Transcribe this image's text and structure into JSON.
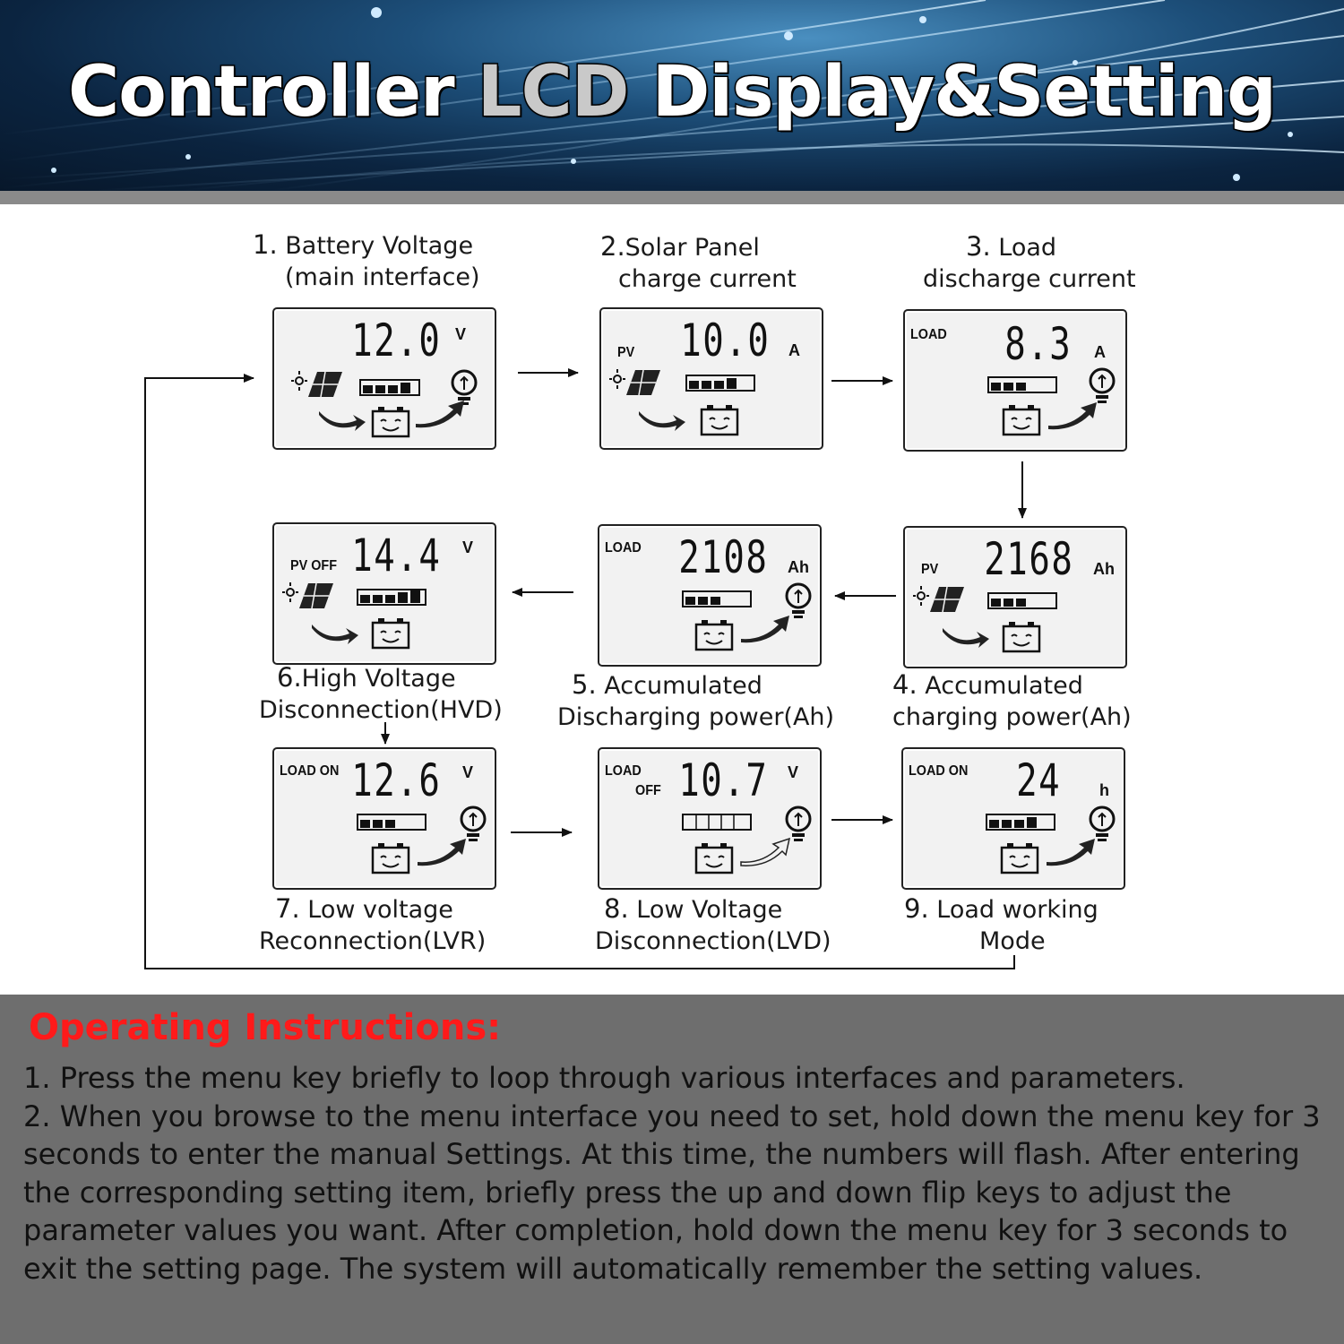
{
  "banner": {
    "title_part1": "Controller",
    "title_part2": "LCD",
    "title_part3": "Display&Setting"
  },
  "panels": [
    {
      "num": "1.",
      "label_line1": "Battery Voltage",
      "label_line2": "(main interface)",
      "tag": "",
      "tag2": "",
      "reading": "12.0",
      "unit": "V"
    },
    {
      "num": "2.",
      "label_line1": "Solar Panel",
      "label_line2": "charge current",
      "tag": "PV",
      "tag2": "",
      "reading": "10.0",
      "unit": "A"
    },
    {
      "num": "3.",
      "label_line1": "Load",
      "label_line2": "discharge current",
      "tag": "LOAD",
      "tag2": "",
      "reading": "8.3",
      "unit": "A"
    },
    {
      "num": "4.",
      "label_line1": "Accumulated",
      "label_line2": "charging power(Ah)",
      "tag": "PV",
      "tag2": "",
      "reading": "2168",
      "unit": "Ah"
    },
    {
      "num": "5.",
      "label_line1": "Accumulated",
      "label_line2": "Discharging power(Ah)",
      "tag": "LOAD",
      "tag2": "",
      "reading": "2108",
      "unit": "Ah"
    },
    {
      "num": "6.",
      "label_line1": "High Voltage",
      "label_line2": "Disconnection(HVD)",
      "tag": "PV OFF",
      "tag2": "",
      "reading": "14.4",
      "unit": "V"
    },
    {
      "num": "7.",
      "label_line1": "Low voltage",
      "label_line2": "Reconnection(LVR)",
      "tag": "LOAD ON",
      "tag2": "",
      "reading": "12.6",
      "unit": "V"
    },
    {
      "num": "8.",
      "label_line1": "Low Voltage",
      "label_line2": "Disconnection(LVD)",
      "tag": "LOAD",
      "tag2": "OFF",
      "reading": "10.7",
      "unit": "V"
    },
    {
      "num": "9.",
      "label_line1": "Load working",
      "label_line2": "Mode",
      "tag": "LOAD ON",
      "tag2": "",
      "reading": "24",
      "unit": "h"
    }
  ],
  "instructions": {
    "title": "Operating Instructions:",
    "line1": "1. Press the menu key briefly to loop through various interfaces and parameters.",
    "line2": "2. When you browse to the menu interface you need to set, hold down the menu key for 3 seconds to enter the manual Settings. At this time, the numbers will flash. After entering the corresponding setting item, briefly press the up and down flip keys to adjust the parameter values you want. After completion, hold down the menu key for 3 seconds to exit the setting page. The system will automatically remember the setting values."
  }
}
